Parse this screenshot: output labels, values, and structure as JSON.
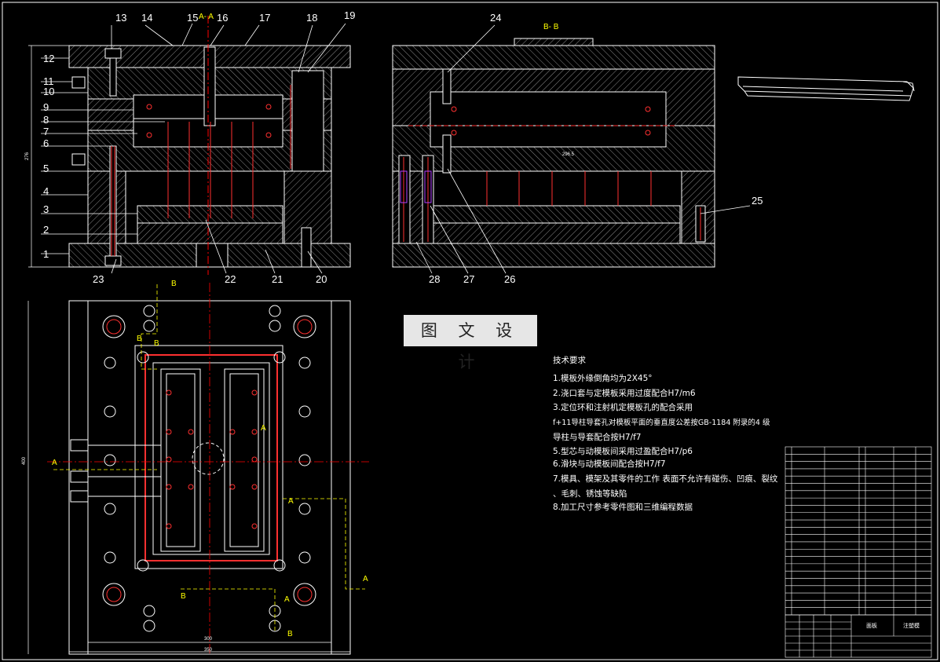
{
  "watermark": "图 文 设 计",
  "section_labels": {
    "aa": "A- A",
    "bb": "B- B"
  },
  "part_numbers": [
    "1",
    "2",
    "3",
    "4",
    "5",
    "6",
    "7",
    "8",
    "9",
    "10",
    "11",
    "12",
    "13",
    "14",
    "15",
    "16",
    "17",
    "18",
    "19",
    "20",
    "21",
    "22",
    "23",
    "24",
    "25",
    "26",
    "27",
    "28"
  ],
  "dimensions": {
    "width_outer": "350",
    "width_inner": "300",
    "height_plan": "400",
    "height_section": "276",
    "slide_len": "296.5"
  },
  "plan_markers": [
    "A",
    "A",
    "A",
    "A",
    "A",
    "B",
    "B",
    "B",
    "B",
    "B"
  ],
  "tech_requirements": {
    "title": "技术要求",
    "items": [
      "1.模板外缘倒角均为2X45°",
      "2.浇口套与定模板采用过度配合H7/m6",
      "3.定位环和注射机定模板孔的配合采用",
      "f+11导柱导套孔对模板平面的垂直度公差按GB-1184 附录的4 级",
      "  导柱与导套配合按H7/f7",
      "5.型芯与动模板间采用过盈配合H7/p6",
      "6.滑块与动模板间配合按H7/f7",
      "7.模具、模架及其零件的工作  表面不允许有碰伤、凹痕、裂纹",
      "  、毛刺、锈蚀等缺陷",
      "8.加工尺寸参考零件图和三维编程数据"
    ]
  },
  "title_block": {
    "name_cell": "面板",
    "code_cell": "注塑模"
  },
  "colors": {
    "background": "#000000",
    "line": "#ffffff",
    "hatch": "#8a8a8a",
    "centerline": "#ff0000",
    "hole": "#ff3030",
    "section_text": "#ffff00"
  }
}
